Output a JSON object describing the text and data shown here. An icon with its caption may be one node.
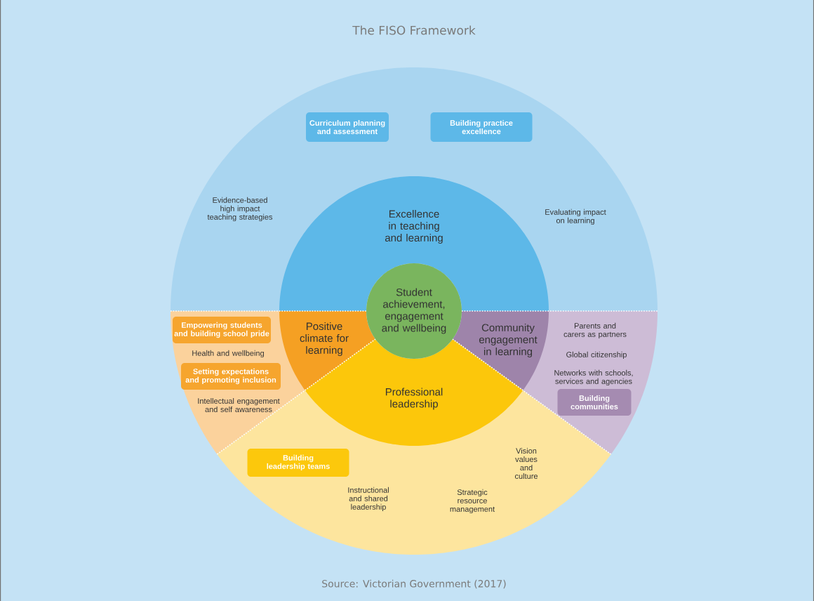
{
  "diagram": {
    "title": "The FISO Framework",
    "caption": "Source: Victorian Government (2017)",
    "nodes": [
      {
        "text": [
          "Student achievement, engagement and wellbeing"
        ]
      },
      {
        "text": [
          "Excellence in teaching and learning"
        ]
      },
      {
        "text": [
          "Positive climate for learning"
        ]
      },
      {
        "text": [
          "Community engagement in learning"
        ]
      },
      {
        "text": [
          "Professional leadership"
        ]
      },
      {
        "text": [
          "Curriculum planning and assessment"
        ]
      },
      {
        "text": [
          "Building practice excellence"
        ]
      },
      {
        "text": [
          "Empowering students and building school pride"
        ]
      },
      {
        "text": [
          "Setting expectations and promoting inclusion"
        ]
      },
      {
        "text": [
          "Building communities"
        ]
      },
      {
        "text": [
          "Building leadership teams"
        ]
      }
    ],
    "labels": [
      "Evidence-based high impact teaching strategies",
      "Evaluating impact on learning",
      "Health and wellbeing",
      "Intellectual engagement and self awareness",
      "Parents and carers as partners",
      "Global citizenship",
      "Networks with schools, services and agencies",
      "Instructional and shared leadership",
      "Strategic resource management",
      "Vision values and culture"
    ]
  }
}
